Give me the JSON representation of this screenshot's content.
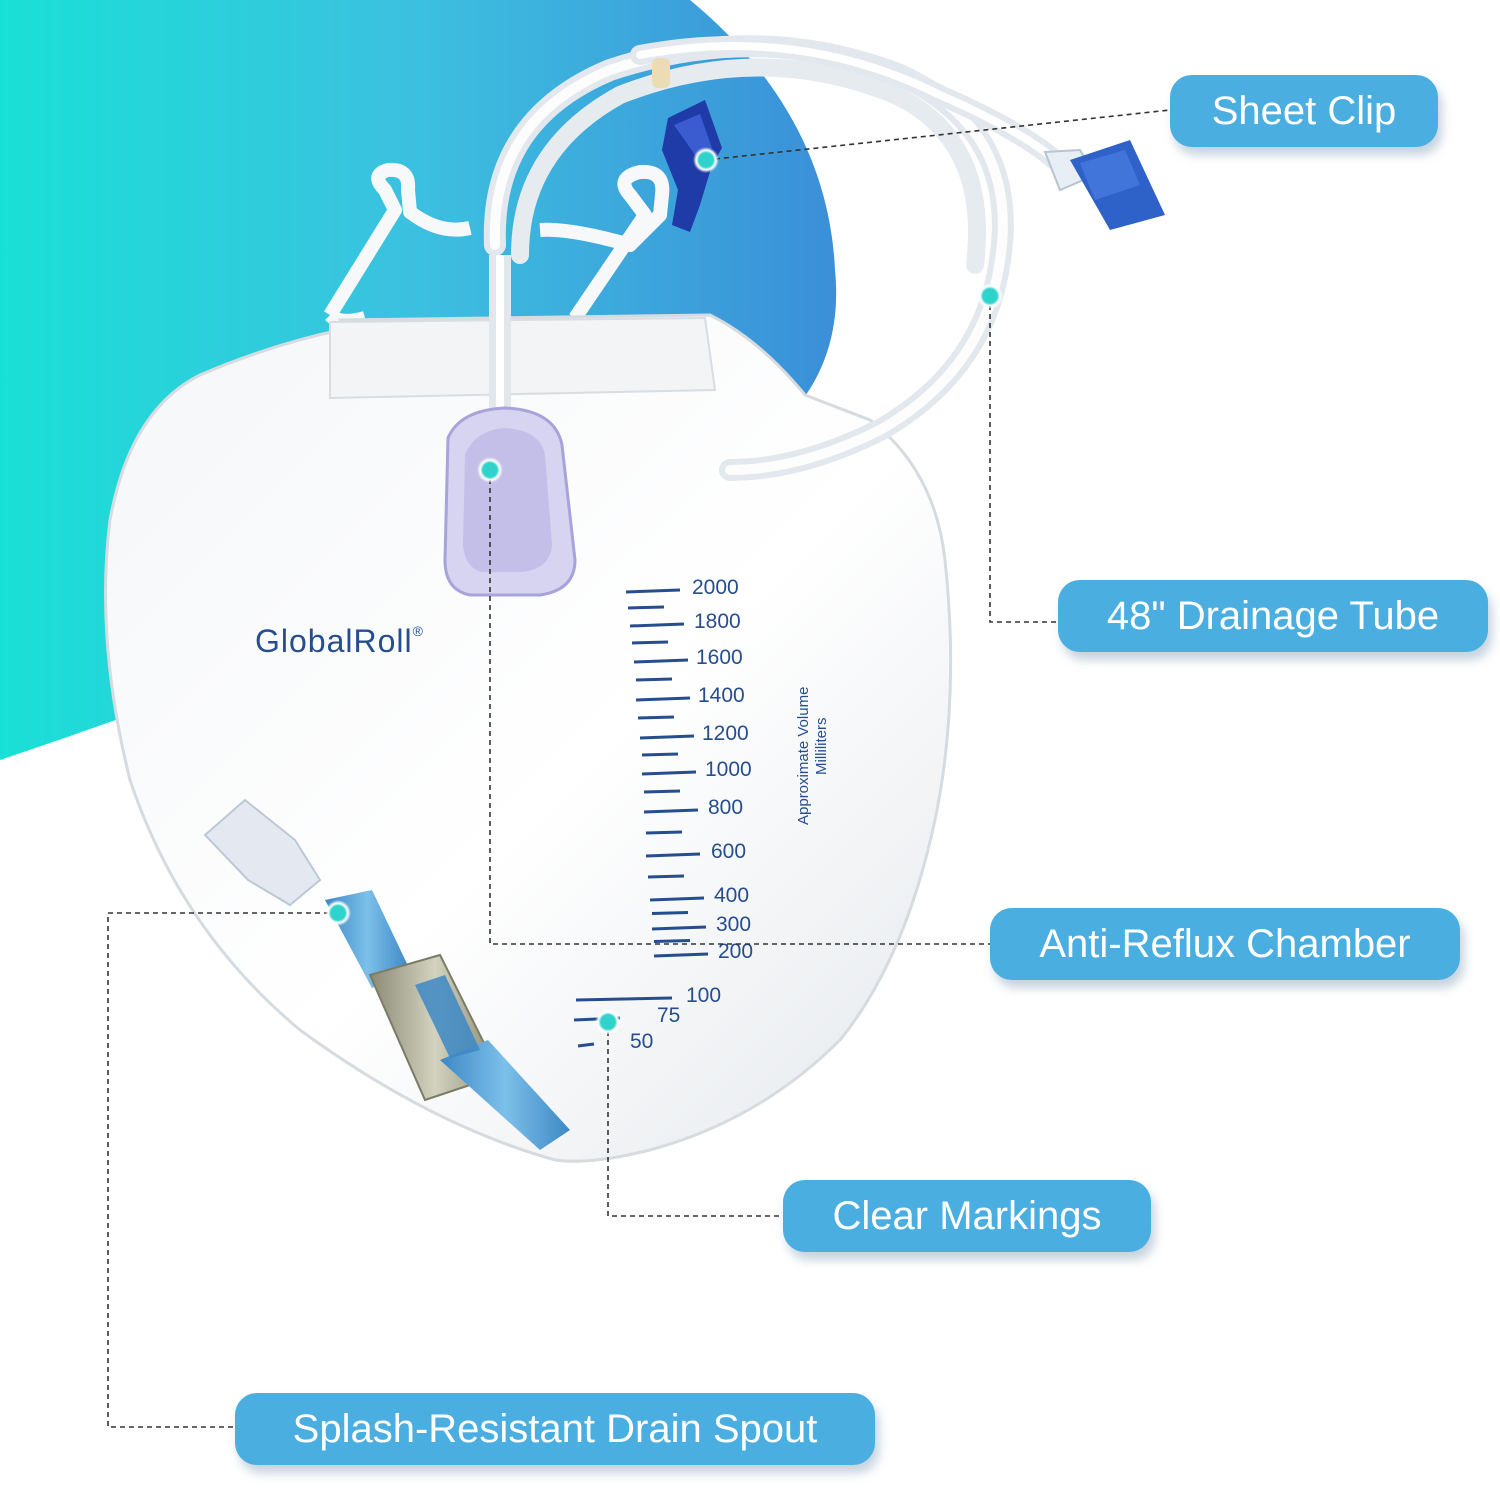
{
  "brand": {
    "name": "GlobalRoll",
    "registered": "®"
  },
  "callouts": {
    "sheet_clip": "Sheet Clip",
    "drainage_tube": "48\" Drainage Tube",
    "anti_reflux_chamber": "Anti-Reflux Chamber",
    "clear_markings": "Clear Markings",
    "drain_spout": "Splash-Resistant Drain Spout"
  },
  "scale": {
    "caption_line1": "Approximate Volume",
    "caption_line2": "Milliliters",
    "labels": [
      "2000",
      "1800",
      "1600",
      "1400",
      "1200",
      "1000",
      "800",
      "600",
      "400",
      "300",
      "200",
      "100",
      "75",
      "50"
    ]
  },
  "colors": {
    "callout_fill": "#4aaee0",
    "callout_text": "#ffffff",
    "marker_dot": "#2fd3cc",
    "print_blue": "#264e8e",
    "background_gradient": [
      "#19e0d6",
      "#44b2e2",
      "#3b8fd8"
    ]
  }
}
